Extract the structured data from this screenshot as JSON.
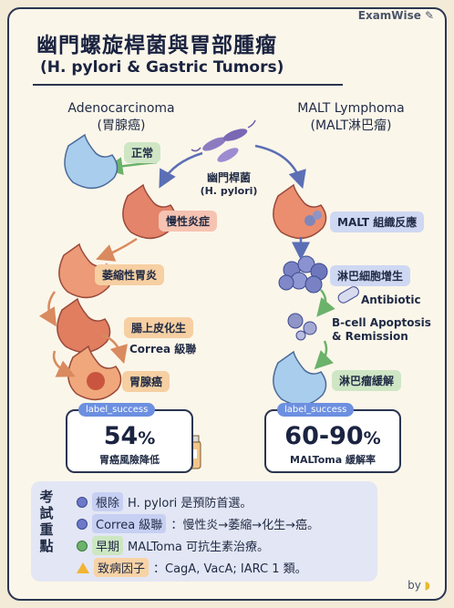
{
  "brand": "ExamWise",
  "title_zh": "幽門螺旋桿菌與胃部腫瘤",
  "title_en": "(H. pylori & Gastric Tumors)",
  "left_col": {
    "title": "Adenocarcinoma",
    "subtitle": "(胃腺癌)"
  },
  "right_col": {
    "title": "MALT Lymphoma",
    "subtitle": "(MALT淋巴瘤)"
  },
  "center": {
    "label": "幽門桿菌",
    "sub": "(H. pylori)"
  },
  "left_steps": [
    "正常",
    "慢性炎症",
    "萎縮性胃炎",
    "腸上皮化生",
    "Correa 級聯",
    "胃腺癌"
  ],
  "right_steps": [
    "MALT 組織反應",
    "淋巴細胞增生",
    "Antibiotic",
    "B-cell Apoptosis",
    "& Remission",
    "淋巴瘤緩解"
  ],
  "left_stat": {
    "label": "label_success",
    "value": "54",
    "unit": "%",
    "desc": "胃癌風險降低"
  },
  "right_stat": {
    "label": "label_success",
    "value": "60-90",
    "unit": "%",
    "desc": "MALToma 緩解率"
  },
  "exam": {
    "side": [
      "考",
      "試",
      "重",
      "點"
    ],
    "rows": [
      {
        "highlight": "根除",
        "text": " H. pylori 是預防首選。"
      },
      {
        "highlight": "Correa 級聯",
        "text": "：慢性炎→萎縮→化生→癌。"
      },
      {
        "highlight": "早期",
        "text": " MALToma 可抗生素治療。"
      },
      {
        "highlight": "致病因子",
        "text": "：CagA, VacA; IARC 1 類。"
      }
    ]
  },
  "footer": "by",
  "colors": {
    "accent_blue": "#6c8fe0",
    "border": "#2b3550",
    "bg": "#fbf6ea"
  }
}
